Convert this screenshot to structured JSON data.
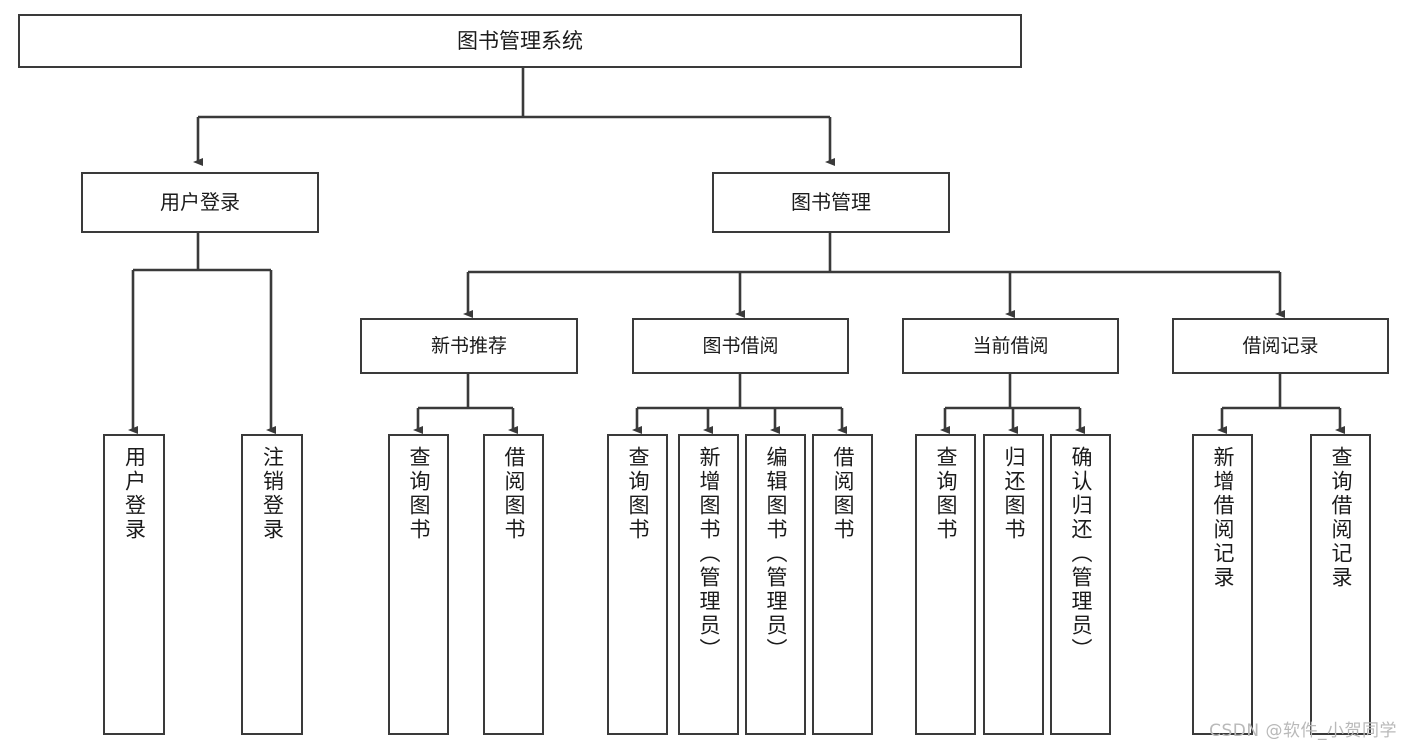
{
  "diagram": {
    "title": "图书管理系统",
    "type": "tree-hierarchy-chart",
    "watermark": "CSDN @软件_小贺同学",
    "colors": {
      "box_border": "#3a3a3a",
      "box_fill": "#ffffff",
      "edge": "#3a3a3a",
      "text": "#1b1b1b",
      "watermark": "#b9b9b9",
      "background": "#ffffff"
    },
    "root": {
      "id": "root",
      "label": "图书管理系统"
    },
    "level1": [
      {
        "id": "user-login",
        "label": "用户登录"
      },
      {
        "id": "book-management",
        "label": "图书管理"
      }
    ],
    "level2": [
      {
        "id": "new-book-recommend",
        "label": "新书推荐",
        "parent": "book-management"
      },
      {
        "id": "book-borrow",
        "label": "图书借阅",
        "parent": "book-management"
      },
      {
        "id": "current-borrow",
        "label": "当前借阅",
        "parent": "book-management"
      },
      {
        "id": "borrow-record",
        "label": "借阅记录",
        "parent": "book-management"
      }
    ],
    "leaves": [
      {
        "id": "leaf-user-login",
        "label": "用户登录",
        "parent": "user-login"
      },
      {
        "id": "leaf-user-logout",
        "label": "注销登录",
        "parent": "user-login"
      },
      {
        "id": "leaf-query-book-1",
        "label": "查询图书",
        "parent": "new-book-recommend"
      },
      {
        "id": "leaf-borrow-book-1",
        "label": "借阅图书",
        "parent": "new-book-recommend"
      },
      {
        "id": "leaf-query-book-2",
        "label": "查询图书",
        "parent": "book-borrow"
      },
      {
        "id": "leaf-add-book",
        "label": "新增图书（管理员）",
        "parent": "book-borrow"
      },
      {
        "id": "leaf-edit-book",
        "label": "编辑图书（管理员）",
        "parent": "book-borrow"
      },
      {
        "id": "leaf-borrow-book-2",
        "label": "借阅图书",
        "parent": "book-borrow"
      },
      {
        "id": "leaf-query-book-3",
        "label": "查询图书",
        "parent": "current-borrow"
      },
      {
        "id": "leaf-return-book",
        "label": "归还图书",
        "parent": "current-borrow"
      },
      {
        "id": "leaf-confirm-return",
        "label": "确认归还（管理员）",
        "parent": "current-borrow"
      },
      {
        "id": "leaf-add-record",
        "label": "新增借阅记录",
        "parent": "borrow-record"
      },
      {
        "id": "leaf-query-record",
        "label": "查询借阅记录",
        "parent": "borrow-record"
      }
    ]
  }
}
